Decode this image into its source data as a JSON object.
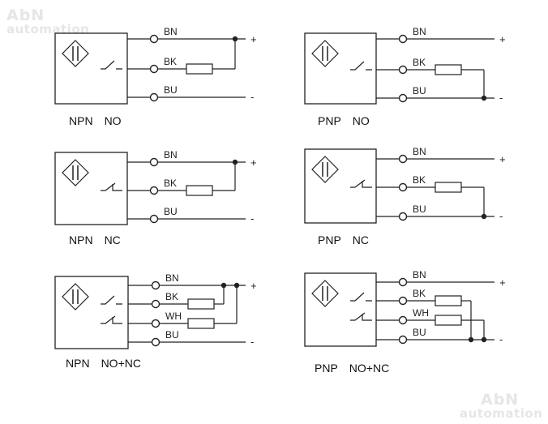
{
  "watermark": {
    "brand": "AbN",
    "subtitle": "automation"
  },
  "panels": [
    {
      "type": "NPN",
      "mode": "NO",
      "wires": [
        "BN",
        "BK",
        "BU"
      ],
      "supply_positive": "+",
      "supply_negative": "-"
    },
    {
      "type": "PNP",
      "mode": "NO",
      "wires": [
        "BN",
        "BK",
        "BU"
      ],
      "supply_positive": "+",
      "supply_negative": "-"
    },
    {
      "type": "NPN",
      "mode": "NC",
      "wires": [
        "BN",
        "BK",
        "BU"
      ],
      "supply_positive": "+",
      "supply_negative": "-"
    },
    {
      "type": "PNP",
      "mode": "NC",
      "wires": [
        "BN",
        "BK",
        "BU"
      ],
      "supply_positive": "+",
      "supply_negative": "-"
    },
    {
      "type": "NPN",
      "mode": "NO+NC",
      "wires": [
        "BN",
        "BK",
        "WH",
        "BU"
      ],
      "supply_positive": "+",
      "supply_negative": "-"
    },
    {
      "type": "PNP",
      "mode": "NO+NC",
      "wires": [
        "BN",
        "BK",
        "WH",
        "BU"
      ],
      "supply_positive": "+",
      "supply_negative": "-"
    }
  ]
}
